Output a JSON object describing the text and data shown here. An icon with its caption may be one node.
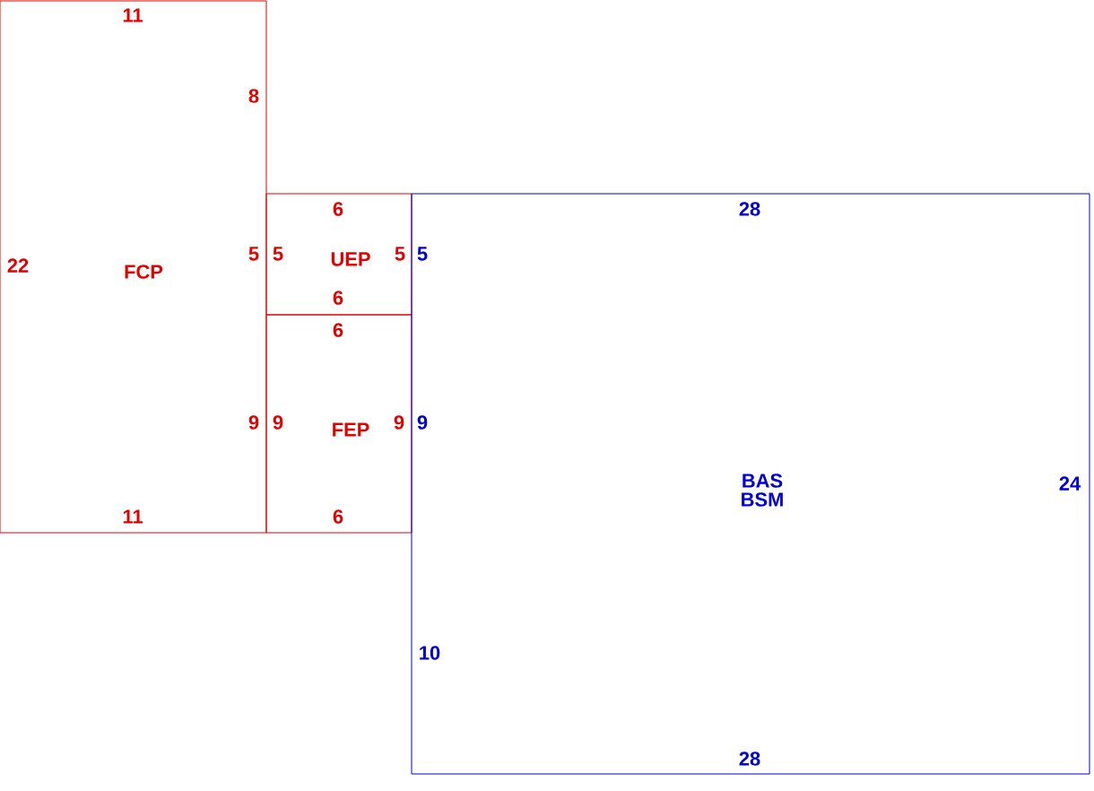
{
  "diagram": {
    "nodes": [
      {
        "text": [
          "FCP"
        ]
      },
      {
        "text": [
          "UEP"
        ]
      },
      {
        "text": [
          "FEP"
        ]
      },
      {
        "text": [
          "BAS",
          "BSM"
        ]
      }
    ],
    "edges": [],
    "labels": [
      "11",
      "8",
      "6",
      "28",
      "5",
      "5",
      "5",
      "5",
      "22",
      "6",
      "6",
      "9",
      "9",
      "9",
      "9",
      "24",
      "11",
      "6",
      "10",
      "28"
    ]
  }
}
